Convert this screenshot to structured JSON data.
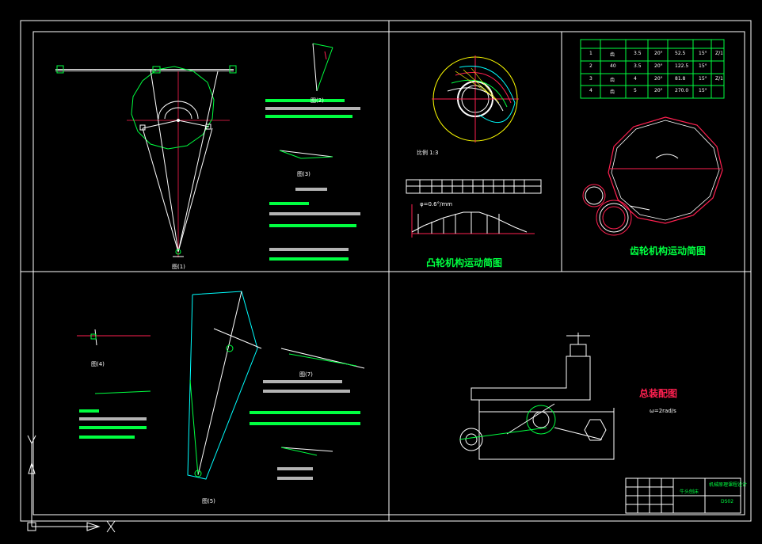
{
  "view": {
    "background": "#000000",
    "frame_color": "#ffffff",
    "accent_green": "#00ff40",
    "accent_red": "#ff2050",
    "accent_cyan": "#00ffff",
    "accent_yellow": "#ffff00"
  },
  "titles": {
    "cam_diagram": "凸轮机构运动简图",
    "gear_diagram": "齿轮机构运动简图",
    "assembly": "总装配图",
    "cam_scale": "比例 1:3",
    "phi_label": "φ=0.6°/mm",
    "omega_label": "ω=2rad/s"
  },
  "fig_labels": {
    "fig1": "图(1)",
    "fig2": "图(2)",
    "fig3": "图(3)",
    "fig4": "图(4)",
    "fig5": "图(5)",
    "fig7": "图(7)"
  },
  "gear_table": {
    "rows": [
      [
        "1",
        "齿",
        "3.5",
        "20°",
        "52.5",
        "15°",
        "Z/1"
      ],
      [
        "2",
        "40",
        "3.5",
        "20°",
        "122.5",
        "15°",
        ""
      ],
      [
        "3",
        "齿",
        "4",
        "20°",
        "81.8",
        "15°",
        "Z/1"
      ],
      [
        "4",
        "齿",
        "5",
        "20°",
        "270.0",
        "15°",
        ""
      ]
    ]
  },
  "title_block": {
    "school": "机械原理课程设计",
    "drawing": "牛头刨床",
    "code": "DS02"
  }
}
